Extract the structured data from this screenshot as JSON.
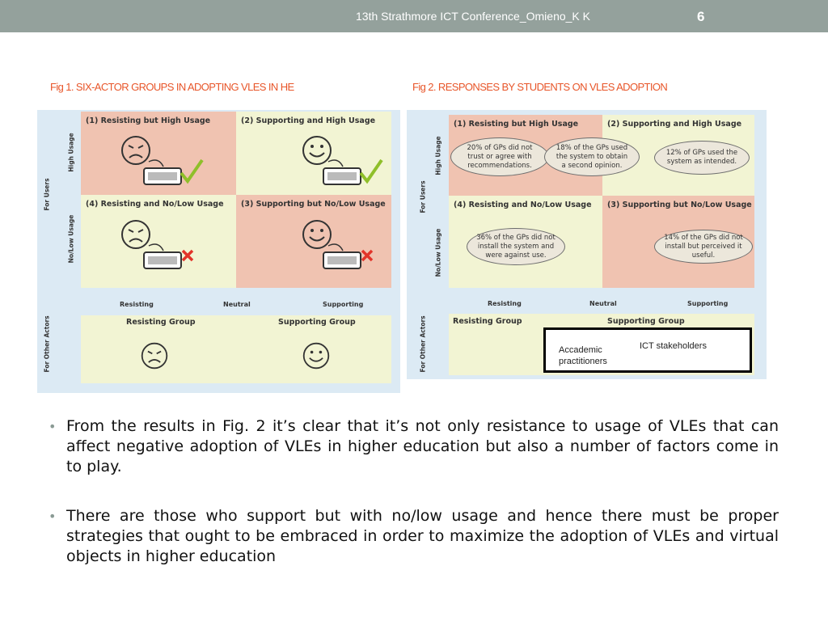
{
  "header": {
    "conference": "13th Strathmore ICT Conference_Omieno_K K",
    "page_number": "6"
  },
  "fig1": {
    "caption": "Fig 1. SIX-ACTOR GROUPS IN ADOPTING VLES IN  HE",
    "quadrants": [
      "(1) Resisting but High Usage",
      "(2) Supporting and High Usage",
      "(4) Resisting and No/Low Usage",
      "(3) Supporting but No/Low Usage"
    ],
    "side_labels": {
      "for_users": "For Users",
      "high_usage": "High Usage",
      "no_low_usage": "No/Low Usage",
      "other_actors": "For Other Actors"
    },
    "axis": {
      "resisting": "Resisting",
      "neutral": "Neutral",
      "supporting": "Supporting"
    },
    "groups": {
      "resisting": "Resisting Group",
      "supporting": "Supporting Group"
    }
  },
  "fig2": {
    "caption": "Fig 2. RESPONSES BY STUDENTS ON VLES ADOPTION",
    "quadrants": [
      "(1) Resisting but High Usage",
      "(2) Supporting and High Usage",
      "(4) Resisting and No/Low Usage",
      "(3) Supporting but No/Low Usage"
    ],
    "ovals": [
      "20% of GPs did not trust or agree with recommendations.",
      "18% of the GPs used the system to obtain a second opinion.",
      "12% of GPs used the system as intended.",
      "36% of the GPs did not install the system and were against use.",
      "14% of the GPs did not install but perceived it useful."
    ],
    "side_labels": {
      "for_users": "For Users",
      "high_usage": "High Usage",
      "no_low_usage": "No/Low Usage",
      "other_actors": "For Other Actors"
    },
    "axis": {
      "resisting": "Resisting",
      "neutral": "Neutral",
      "supporting": "Supporting"
    },
    "groups": {
      "resisting": "Resisting Group",
      "supporting": "Supporting Group"
    },
    "stakeholders": {
      "academic": "Accademic practitioners",
      "ict": "ICT stakeholders"
    }
  },
  "bullets": [
    "From the results in Fig. 2 it’s clear that it’s not only resistance to usage of VLEs that can affect negative adoption of VLEs in higher education but also a number of factors come in to play.",
    "There are those who support but with no/low usage and hence there must be proper strategies that ought to be embraced in order to maximize the adoption of VLEs and virtual objects in higher education"
  ],
  "colors": {
    "header_bar": "#94a19c",
    "caption": "#e8562a",
    "pink": "#f0c3b1",
    "yellow": "#f2f4d3",
    "figure_bg": "#dceaf4",
    "check": "#8fbf2a",
    "cross": "#e2342a"
  },
  "icons": [
    "angry-face-icon",
    "smiley-face-icon",
    "keyboard-icon",
    "check-icon",
    "cross-icon"
  ]
}
